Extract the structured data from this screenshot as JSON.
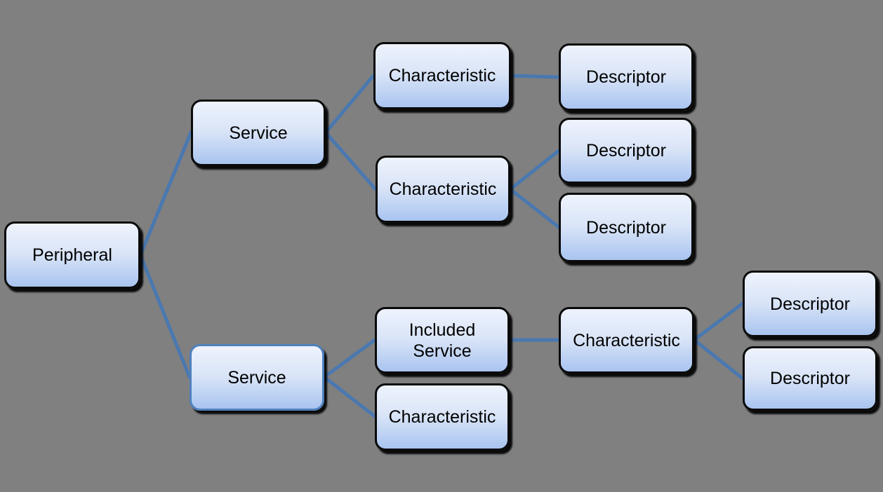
{
  "diagram": {
    "type": "tree",
    "background": "#808080",
    "nodes": [
      {
        "id": "peripheral",
        "label": "Peripheral"
      },
      {
        "id": "service-1",
        "label": "Service"
      },
      {
        "id": "characteristic-1",
        "label": "Characteristic"
      },
      {
        "id": "descriptor-1",
        "label": "Descriptor"
      },
      {
        "id": "characteristic-2",
        "label": "Characteristic"
      },
      {
        "id": "descriptor-2",
        "label": "Descriptor"
      },
      {
        "id": "descriptor-3",
        "label": "Descriptor"
      },
      {
        "id": "service-2",
        "label": "Service"
      },
      {
        "id": "included-service",
        "label": "Included Service"
      },
      {
        "id": "characteristic-3",
        "label": "Characteristic"
      },
      {
        "id": "characteristic-4",
        "label": "Characteristic"
      },
      {
        "id": "descriptor-4",
        "label": "Descriptor"
      },
      {
        "id": "descriptor-5",
        "label": "Descriptor"
      }
    ],
    "edges": [
      {
        "from": "peripheral",
        "to": "service-1"
      },
      {
        "from": "peripheral",
        "to": "service-2"
      },
      {
        "from": "service-1",
        "to": "characteristic-1"
      },
      {
        "from": "service-1",
        "to": "characteristic-2"
      },
      {
        "from": "characteristic-1",
        "to": "descriptor-1"
      },
      {
        "from": "characteristic-2",
        "to": "descriptor-2"
      },
      {
        "from": "characteristic-2",
        "to": "descriptor-3"
      },
      {
        "from": "service-2",
        "to": "included-service"
      },
      {
        "from": "service-2",
        "to": "characteristic-3"
      },
      {
        "from": "included-service",
        "to": "characteristic-4"
      },
      {
        "from": "characteristic-4",
        "to": "descriptor-4"
      },
      {
        "from": "characteristic-4",
        "to": "descriptor-5"
      }
    ]
  },
  "colors": {
    "background": "#808080",
    "node_border": "#0a0a0a",
    "service2_border": "#4f81bd",
    "connector": "#4a78b0",
    "text": "#000000",
    "node_fill_top": "#eef3fd",
    "node_fill_mid": "#d9e4f7",
    "node_fill_bottom": "#a9c4f0"
  }
}
